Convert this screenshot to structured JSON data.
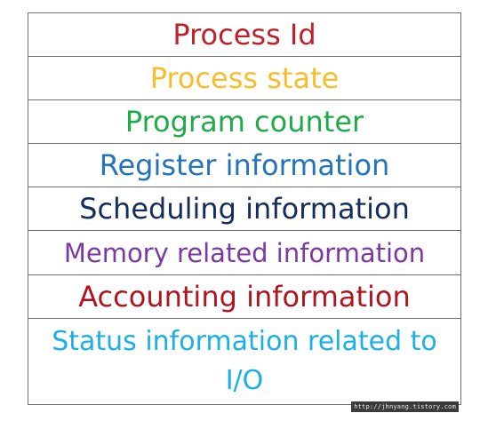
{
  "pcb": {
    "rows": [
      {
        "label": "Process Id",
        "color": "#c0202a"
      },
      {
        "label": "Process state",
        "color": "#f7be2a"
      },
      {
        "label": "Program counter",
        "color": "#1faa4b"
      },
      {
        "label": "Register information",
        "color": "#2474b9"
      },
      {
        "label": "Scheduling information",
        "color": "#142c5e"
      },
      {
        "label": "Memory related information",
        "color": "#7a3aa6"
      },
      {
        "label": "Accounting information",
        "color": "#b0151d"
      },
      {
        "label": "Status information related to I/O",
        "color": "#1ab0e6"
      }
    ]
  },
  "watermark": "http://jhnyang.tistory.com"
}
